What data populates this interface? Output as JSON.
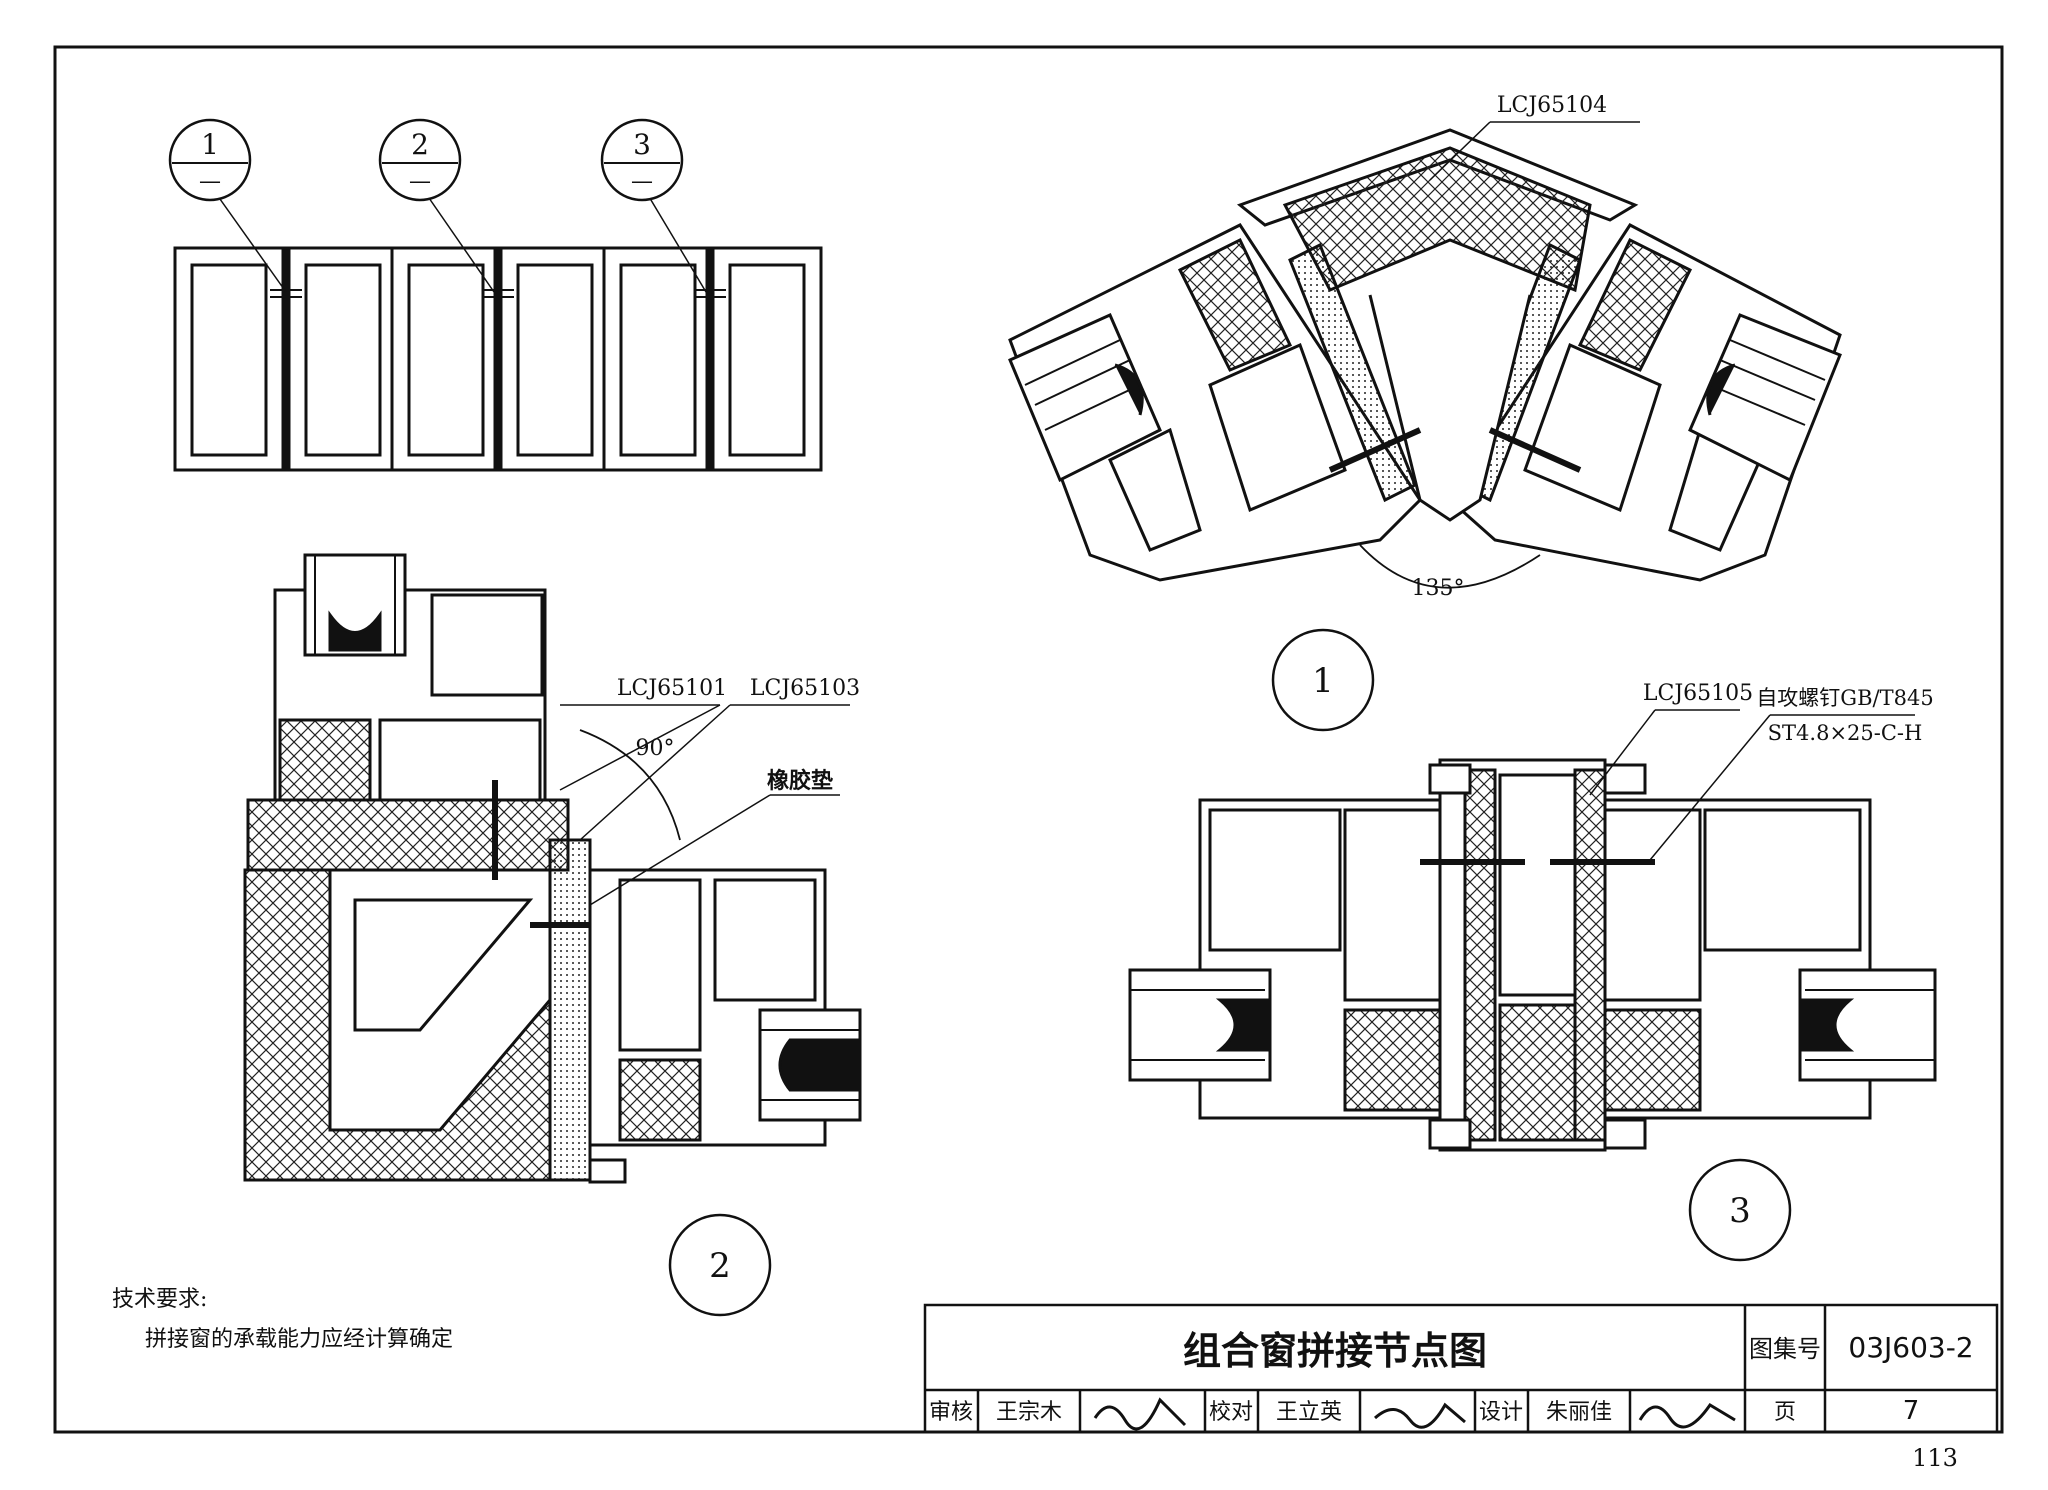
{
  "detail_markers": [
    {
      "num": "1",
      "sub": "—"
    },
    {
      "num": "2",
      "sub": "—"
    },
    {
      "num": "3",
      "sub": "—"
    }
  ],
  "detail1": {
    "profile_label": "LCJ65104",
    "angle": "135°",
    "number": "1"
  },
  "detail2": {
    "profile_a": "LCJ65101",
    "profile_b": "LCJ65103",
    "angle": "90°",
    "rubber_pad": "橡胶垫",
    "number": "2"
  },
  "detail3": {
    "profile_label": "LCJ65105",
    "screw_line1": "自攻螺钉GB/T845",
    "screw_line2": "ST4.8×25-C-H",
    "number": "3"
  },
  "tech_notes": {
    "heading": "技术要求:",
    "line1": "拼接窗的承载能力应经计算确定"
  },
  "title_block": {
    "title": "组合窗拼接节点图",
    "atlas_label": "图集号",
    "atlas_no": "03J603-2",
    "review_label": "审核",
    "reviewer": "王宗木",
    "check_label": "校对",
    "checker": "王立英",
    "design_label": "设计",
    "designer": "朱丽佳",
    "page_label": "页",
    "page_no": "7"
  },
  "sheet_number": "113"
}
